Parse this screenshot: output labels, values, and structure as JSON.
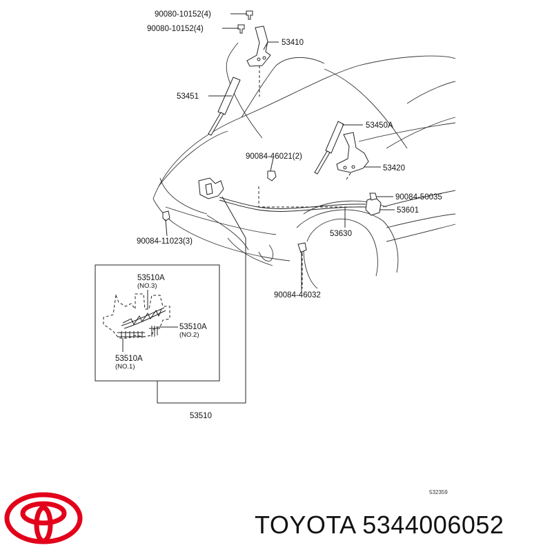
{
  "labels": {
    "bolt_a": "90080-10152(4)",
    "bolt_b": "90080-10152(4)",
    "hinge": "53410",
    "strut_left": "53451",
    "strut_right": "53450A",
    "clip_a": "90084-46021(2)",
    "hinge_right": "53420",
    "clip_b": "90084-50035",
    "lever": "53601",
    "cable": "53630",
    "clip_c": "90084-11023(3)",
    "clip_d": "90084-46032",
    "spring_no3": "53510A",
    "spring_no3_sub": "(NO.3)",
    "spring_no2": "53510A",
    "spring_no2_sub": "(NO.2)",
    "spring_no1": "53510A",
    "spring_no1_sub": "(NO.1)",
    "lock_assy": "53510"
  },
  "diagram_code": "532359",
  "brand_text": "TOYOTA 5344006052",
  "colors": {
    "logo": "#e2001a",
    "lines": "#222222"
  },
  "icons": {
    "logo": "toyota-logo-icon"
  }
}
